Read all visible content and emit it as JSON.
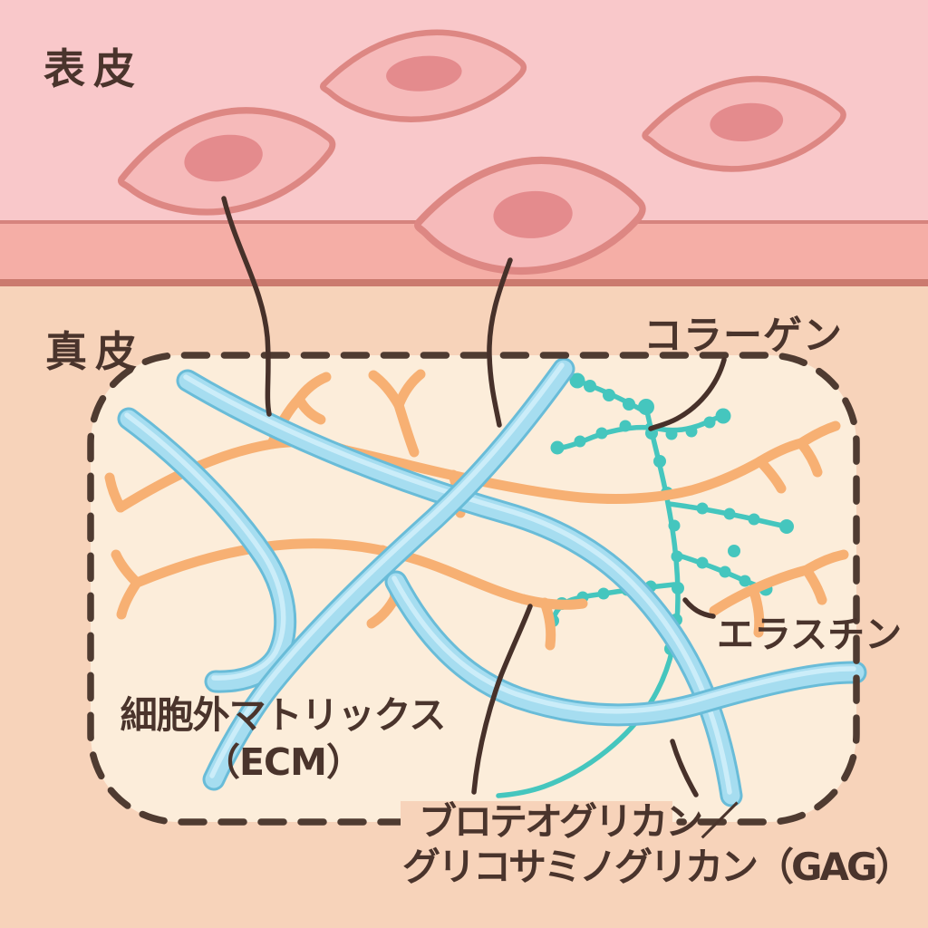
{
  "labels": {
    "epidermis": "表皮",
    "dermis": "真皮",
    "collagen": "コラーゲン",
    "elastin": "エラスチン",
    "ecm_line1": "細胞外マトリックス",
    "ecm_line2": "（ECM）",
    "gag_line1": "ブロテオグリカン／",
    "gag_line2": "グリコサミノグリカン（GAG）"
  },
  "colors": {
    "epidermis_bg": "#f9c8ca",
    "membrane_band": "#f5aea6",
    "membrane_line_top": "#d6847e",
    "membrane_line_bottom": "#cb7a6e",
    "dermis_bg": "#f7d3ba",
    "ecm_box_fill": "#fcedda",
    "cell_fill": "#f6baba",
    "cell_outline": "#dd8783",
    "cell_nucleus": "#e48b8d",
    "collagen_blue": "#a6ddf0",
    "collagen_blue_edge": "#69bcd8",
    "collagen_blue_highlight": "#cfeef9",
    "elastin_orange": "#f7b073",
    "proteoglycan_teal": "#45c6be",
    "outline_brown": "#4f3b31",
    "leader_brown": "#47312a",
    "text_brown": "#4a342c"
  },
  "diagram": {
    "type": "skin cross-section with extracellular matrix",
    "layers": [
      "表皮",
      "真皮"
    ],
    "ecm_components": [
      "コラーゲン",
      "エラスチン",
      "ブロテオグリカン／グリコサミノグリカン（GAG）"
    ],
    "cell_count": 4
  }
}
